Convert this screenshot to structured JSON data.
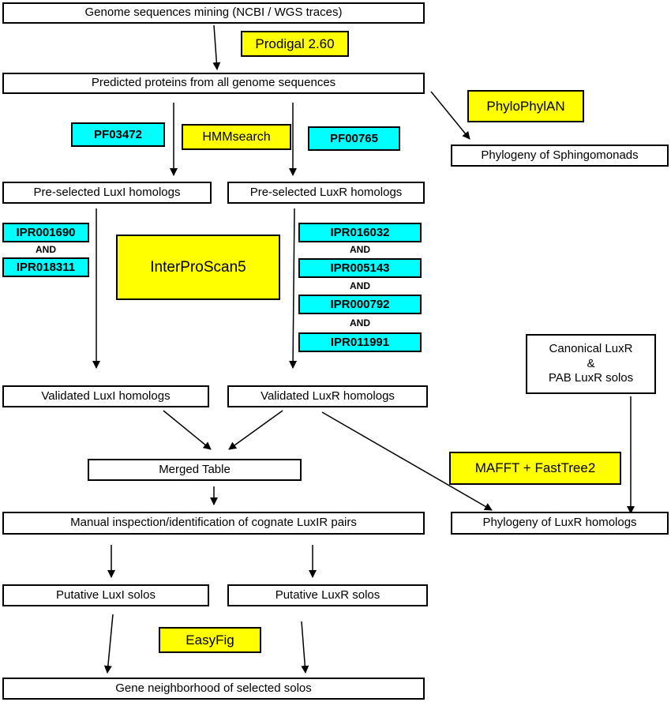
{
  "colors": {
    "tool_fill": "#ffff00",
    "domain_fill": "#00ffff",
    "box_fill": "#ffffff",
    "stroke": "#000000"
  },
  "steps": {
    "genome_mining": "Genome sequences mining (NCBI / WGS traces)",
    "predicted_proteins": "Predicted proteins from all genome sequences",
    "phylogeny_sphingomonads": "Phylogeny of Sphingomonads",
    "preselected_luxi": "Pre-selected LuxI homologs",
    "preselected_luxr": "Pre-selected LuxR homologs",
    "canonical_luxr": "Canonical LuxR\n&\nPAB LuxR solos",
    "validated_luxi": "Validated LuxI homologs",
    "validated_luxr": "Validated LuxR homologs",
    "merged_table": "Merged Table",
    "manual_inspection": "Manual inspection/identification of cognate LuxIR pairs",
    "phylogeny_luxr": "Phylogeny of LuxR homologs",
    "putative_luxi": "Putative  LuxI solos",
    "putative_luxr": "Putative LuxR solos",
    "gene_neighborhood": "Gene neighborhood of selected solos"
  },
  "tools": {
    "prodigal": "Prodigal 2.60",
    "phylophlan": "PhyloPhylAN",
    "hmmsearch": "HMMsearch",
    "interproscan": "InterProScan5",
    "mafft_fasttree": "MAFFT + FastTree2",
    "easyfig": "EasyFig"
  },
  "domains": {
    "pf03472": "PF03472",
    "pf00765": "PF00765",
    "ipr001690": "IPR001690",
    "ipr018311": "IPR018311",
    "ipr016032": "IPR016032",
    "ipr005143": "IPR005143",
    "ipr000792": "IPR000792",
    "ipr011991": "IPR011991"
  },
  "connector": "AND"
}
